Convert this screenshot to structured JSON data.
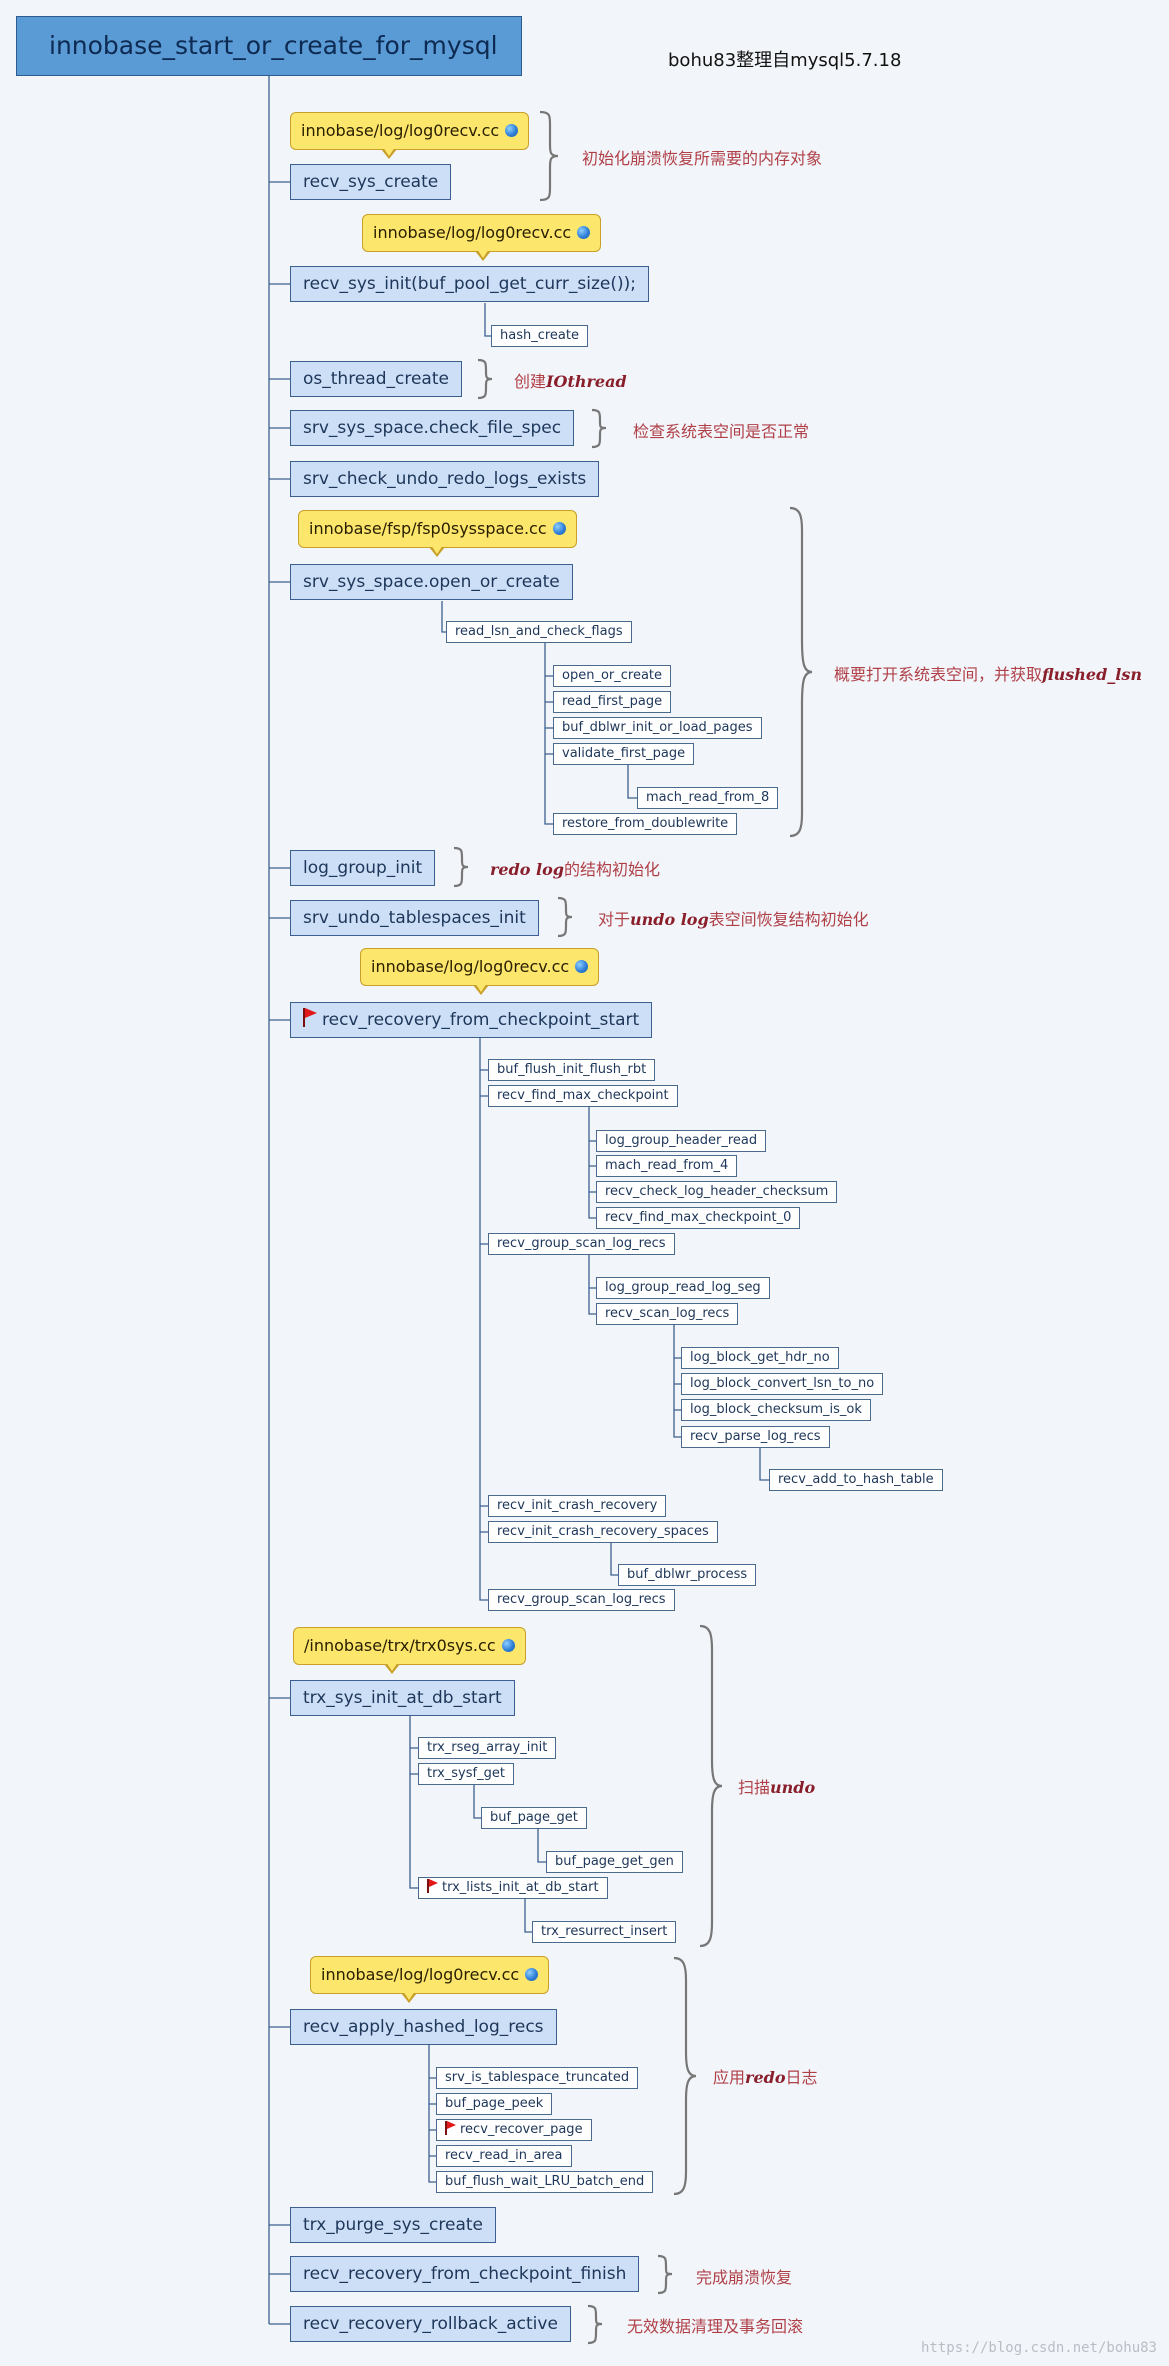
{
  "root": "innobase_start_or_create_for_mysql",
  "author_note": "bohu83整理自mysql5.7.18",
  "watermark": "https://blog.csdn.net/bohu83",
  "notes": {
    "log0recv_a": "innobase/log/log0recv.cc",
    "log0recv_b": "innobase/log/log0recv.cc",
    "fsp0sysspace": "innobase/fsp/fsp0sysspace.cc",
    "log0recv_c": "innobase/log/log0recv.cc",
    "trx0sys": "/innobase/trx/trx0sys.cc",
    "log0recv_d": "innobase/log/log0recv.cc"
  },
  "nodes": {
    "recv_sys_create": "recv_sys_create",
    "recv_sys_init": "recv_sys_init(buf_pool_get_curr_size());",
    "hash_create": "hash_create",
    "os_thread_create": "os_thread_create",
    "check_file_spec": "srv_sys_space.check_file_spec",
    "check_undo_redo": "srv_check_undo_redo_logs_exists",
    "open_or_create_sys": "srv_sys_space.open_or_create",
    "read_lsn_and_check_flags": "read_lsn_and_check_flags",
    "open_or_create": "open_or_create",
    "read_first_page": "read_first_page",
    "buf_dblwr_init": "buf_dblwr_init_or_load_pages",
    "validate_first_page": "validate_first_page",
    "mach_read_from_8": "mach_read_from_8",
    "restore_from_doublewrite": "restore_from_doublewrite",
    "log_group_init": "log_group_init",
    "undo_tablespaces_init": "srv_undo_tablespaces_init",
    "recovery_from_checkpoint_start": "recv_recovery_from_checkpoint_start",
    "buf_flush_init_flush_rbt": "buf_flush_init_flush_rbt",
    "recv_find_max_checkpoint": "recv_find_max_checkpoint",
    "log_group_header_read": "log_group_header_read",
    "mach_read_from_4": "mach_read_from_4",
    "recv_check_log_header_checksum": "recv_check_log_header_checksum",
    "recv_find_max_checkpoint_0": "recv_find_max_checkpoint_0",
    "recv_group_scan_log_recs_1": "recv_group_scan_log_recs",
    "log_group_read_log_seg": "log_group_read_log_seg",
    "recv_scan_log_recs": "recv_scan_log_recs",
    "log_block_get_hdr_no": "log_block_get_hdr_no",
    "log_block_convert_lsn_to_no": "log_block_convert_lsn_to_no",
    "log_block_checksum_is_ok": "log_block_checksum_is_ok",
    "recv_parse_log_recs": "recv_parse_log_recs",
    "recv_add_to_hash_table": "recv_add_to_hash_table",
    "recv_init_crash_recovery": "recv_init_crash_recovery",
    "recv_init_crash_recovery_spaces": "recv_init_crash_recovery_spaces",
    "buf_dblwr_process": "buf_dblwr_process",
    "recv_group_scan_log_recs_2": "recv_group_scan_log_recs",
    "trx_sys_init_at_db_start": "trx_sys_init_at_db_start",
    "trx_rseg_array_init": "trx_rseg_array_init",
    "trx_sysf_get": "trx_sysf_get",
    "buf_page_get": "buf_page_get",
    "buf_page_get_gen": "buf_page_get_gen",
    "trx_lists_init_at_db_start": "trx_lists_init_at_db_start",
    "trx_resurrect_insert": "trx_resurrect_insert",
    "recv_apply_hashed_log_recs": "recv_apply_hashed_log_recs",
    "srv_is_tablespace_truncated": "srv_is_tablespace_truncated",
    "buf_page_peek": "buf_page_peek",
    "recv_recover_page": "recv_recover_page",
    "recv_read_in_area": "recv_read_in_area",
    "buf_flush_wait_LRU_batch_end": "buf_flush_wait_LRU_batch_end",
    "trx_purge_sys_create": "trx_purge_sys_create",
    "recovery_from_checkpoint_finish": "recv_recovery_from_checkpoint_finish",
    "recovery_rollback_active": "recv_recovery_rollback_active"
  },
  "comments": {
    "c1": "初始化崩溃恢复所需要的内存对象",
    "c2_pre": "创建",
    "c2_em": "IOthread",
    "c3": "检查系统表空间是否正常",
    "c4_pre": "概要打开系统表空间，并获取",
    "c4_em": "flushed_lsn",
    "c5_em": "redo log",
    "c5_post": "的结构初始化",
    "c6_pre": "对于",
    "c6_em": "undo log",
    "c6_post": "表空间恢复结构初始化",
    "c7_pre": "扫描",
    "c7_em": "undo",
    "c8_pre": "应用",
    "c8_em": "redo",
    "c8_post": "日志",
    "c9": "完成崩溃恢复",
    "c10": "无效数据清理及事务回滚"
  },
  "colors": {
    "background": "#f2f5f9",
    "root_fill": "#5b9bd5",
    "main_fill": "#cddff6",
    "note_fill": "#fde66c",
    "comment_text": "#b04048",
    "connector": "#3d5f8f"
  },
  "icons": [
    "globe-icon",
    "flag-icon",
    "curly-brace-icon"
  ]
}
